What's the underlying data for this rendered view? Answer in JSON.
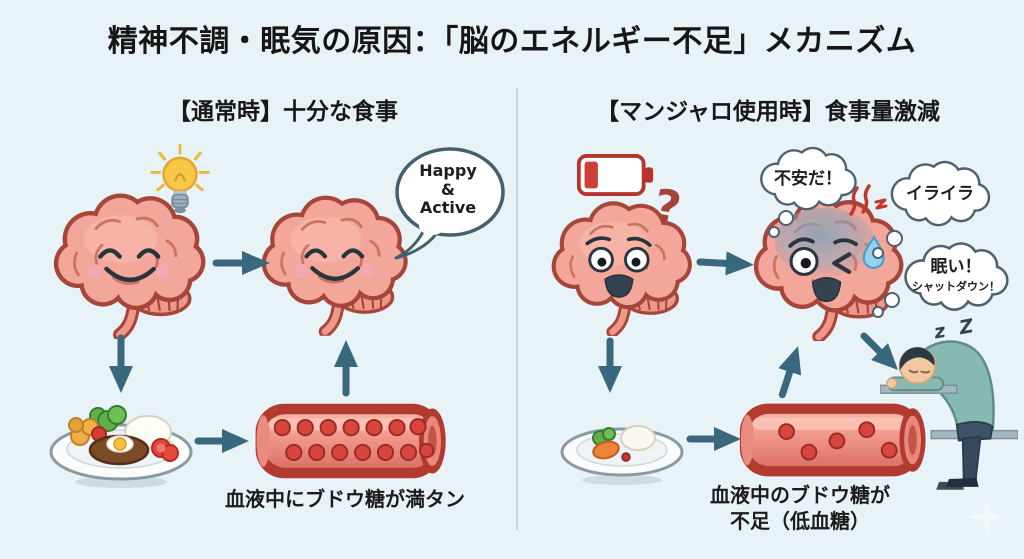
{
  "title": "精神不調・眠気の原因：「脳のエネルギー不足」メカニズム",
  "left": {
    "header": "【通常時】十分な食事",
    "speech_bubble": "Happy\n&\nActive",
    "caption": "血液中にブドウ糖が満タン"
  },
  "right": {
    "header": "【マンジャロ使用時】食事量激減",
    "question_mark": "?",
    "bubble_anxious": "不安だ！",
    "bubble_irritated": "イライラ",
    "bubble_sleepy": "眠い！",
    "bubble_sleepy_sub": "シャットダウン！",
    "sleep_zzz": "z Z",
    "caption": "血液中のブドウ糖が\n不足（低血糖）"
  },
  "colors": {
    "background": "#e7f3f6",
    "arrow": "#39687e",
    "brain": "#f3a79a",
    "brain_outline": "#a6463a",
    "stress_tint": "#8aa0b4",
    "vessel": "#b23a31",
    "glucose_dot": "#d8453c",
    "battery": "#b5342e",
    "bulb": "#f7c845",
    "text": "#1b1b1b"
  }
}
